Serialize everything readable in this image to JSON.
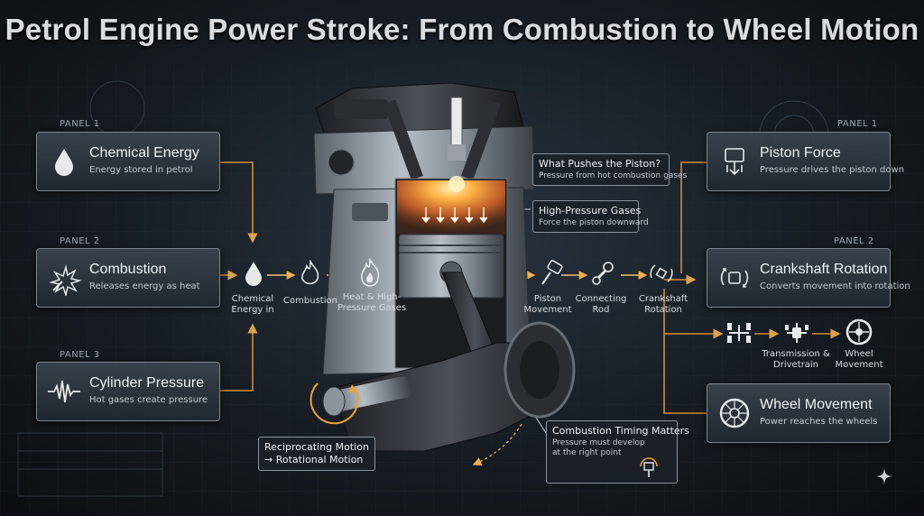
{
  "title": "Petrol Engine Power Stroke: From Combustion to Wheel Motion",
  "left_panels": [
    {
      "tag": "PANEL 1",
      "title": "Chemical Energy",
      "subtitle": "Energy stored in petrol",
      "icon": "droplet-icon"
    },
    {
      "tag": "PANEL 2",
      "title": "Combustion",
      "subtitle": "Releases energy as heat",
      "icon": "spark-icon"
    },
    {
      "tag": "PANEL 3",
      "title": "Cylinder Pressure",
      "subtitle": "Hot gases create pressure",
      "icon": "pressure-wave-icon"
    }
  ],
  "right_panels": [
    {
      "tag": "PANEL 1",
      "title": "Piston Force",
      "subtitle": "Pressure drives the piston down",
      "icon": "piston-icon"
    },
    {
      "tag": "PANEL 2",
      "title": "Crankshaft Rotation",
      "subtitle": "Converts movement into rotation",
      "icon": "crankshaft-icon"
    },
    {
      "tag": "",
      "title": "Wheel Movement",
      "subtitle": "Power reaches the wheels",
      "icon": "wheel-icon"
    }
  ],
  "flow_steps": {
    "chemical": "Chemical Energy in",
    "combustion": "Combustion",
    "heat": "Heat & High-Pressure Gases",
    "piston": "Piston Movement",
    "rod": "Connecting Rod",
    "crank": "Crankshaft Rotation",
    "transmission": "Transmission & Drivetrain",
    "wheel": "Wheel Movement"
  },
  "callouts": {
    "push_title": "What Pushes the Piston?",
    "push_sub": "Pressure from hot combustion gases",
    "gas_title": "High-Pressure Gases",
    "gas_sub": "Force the piston downward",
    "timing_title": "Combustion Timing Matters",
    "timing_sub1": "Pressure must develop",
    "timing_sub2": "at the right point",
    "motion_line1": "Reciprocating Motion",
    "motion_line2": "→ Rotational Motion"
  },
  "colors": {
    "accent": "#f0a030",
    "card_border": "#7b848e",
    "text": "#eef1f4"
  }
}
